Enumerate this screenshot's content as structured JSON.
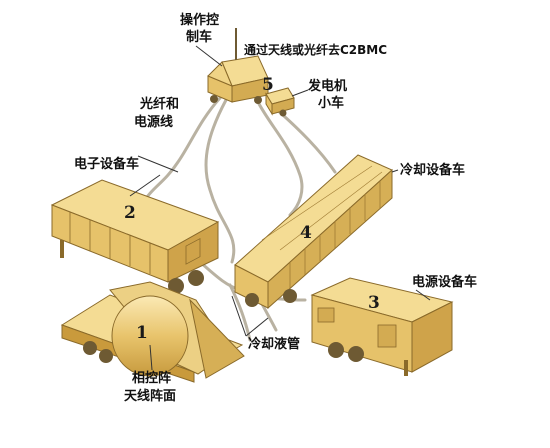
{
  "labels": {
    "control_vehicle_line1": "操作控",
    "control_vehicle_line2": "制车",
    "link_to_c2bmc": "通过天线或光纤去C2BMC",
    "generator_line1": "发电机",
    "generator_line2": "小车",
    "fiber_power_line1": "光纤和",
    "fiber_power_line2": "电源线",
    "electronics_vehicle": "电子设备车",
    "cooling_vehicle": "冷却设备车",
    "power_vehicle": "电源设备车",
    "cooling_pipe": "冷却液管",
    "radar_line1": "相控阵",
    "radar_line2": "天线阵面"
  },
  "numbers": {
    "radar": "1",
    "electronics": "2",
    "power": "3",
    "cooling": "4",
    "control": "5"
  },
  "colors": {
    "body_light": "#f4dc94",
    "body_mid": "#e6c26a",
    "body_dark": "#c99a3c",
    "outline": "#8a6a2a",
    "cable": "#b9b2a2",
    "wheel": "#6e5a33"
  }
}
